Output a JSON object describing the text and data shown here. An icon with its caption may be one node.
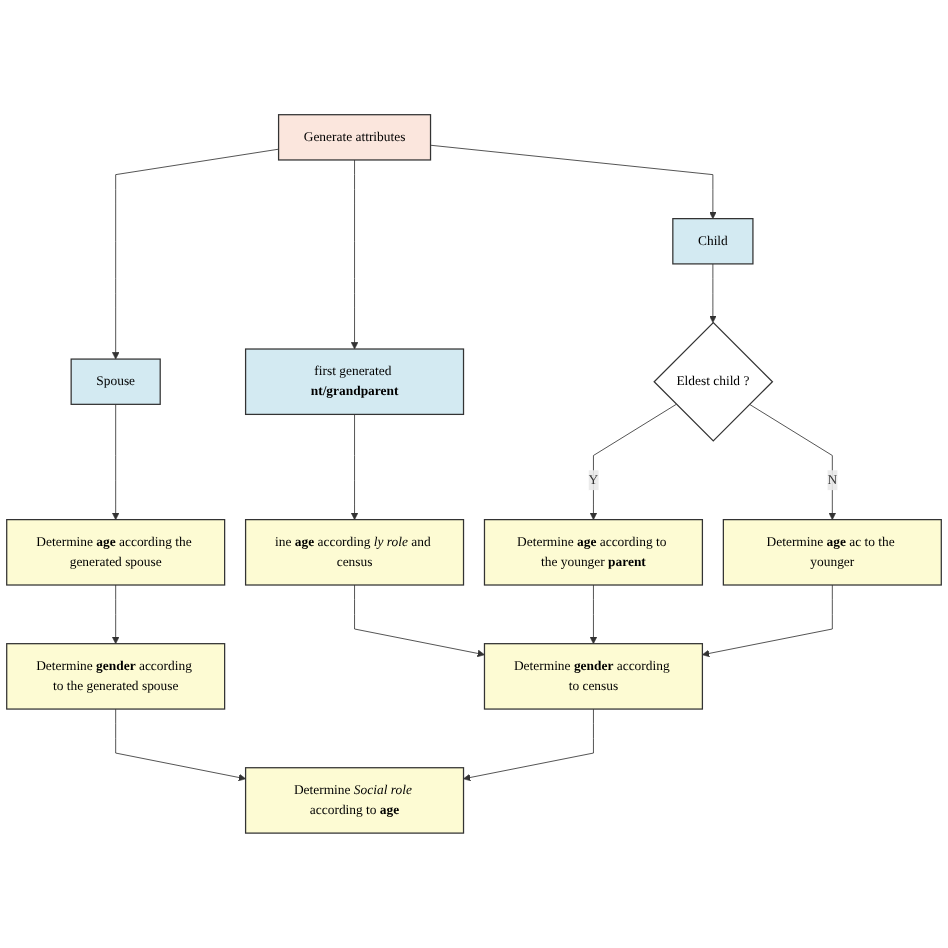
{
  "diagram": {
    "nodes": [
      {
        "text": [
          "Generate attributes"
        ]
      },
      {
        "text": [
          "first generated **nt/grandparent**"
        ]
      },
      {
        "text": [
          "Spouse"
        ]
      },
      {
        "text": [
          "Child"
        ]
      },
      {
        "text": [
          "ine **age** according *ly role* and census"
        ]
      },
      {
        "text": [
          "Determine **age** according the generated spouse"
        ]
      },
      {
        "text": [
          "Eldest child ?"
        ]
      },
      {
        "text": [
          "Determine **age** according to the younger **parent**"
        ]
      },
      {
        "text": [
          "Determine **age** ac to the younger"
        ]
      },
      {
        "text": [
          "Determine **gender** according to the generated spouse"
        ]
      },
      {
        "text": [
          "Determine **gender** according to census"
        ]
      },
      {
        "text": [
          "Determine *Social role* according to **age**"
        ]
      }
    ],
    "edges": [
      {
        "from": 0,
        "to": 1,
        "arrow": "to"
      },
      {
        "from": 0,
        "to": 2,
        "arrow": "to"
      },
      {
        "from": 0,
        "to": 3,
        "arrow": "to"
      },
      {
        "from": 1,
        "to": 4,
        "arrow": "to"
      },
      {
        "from": 2,
        "to": 5,
        "arrow": "to"
      },
      {
        "from": 3,
        "to": 6,
        "arrow": "to"
      },
      {
        "from": 6,
        "to": 7,
        "arrow": "to",
        "label": "Y"
      },
      {
        "from": 6,
        "to": 8,
        "arrow": "to",
        "label": "N"
      },
      {
        "from": 4,
        "to": 10,
        "arrow": "to"
      },
      {
        "from": 5,
        "to": 9,
        "arrow": "to"
      },
      {
        "from": 7,
        "to": 10,
        "arrow": "to"
      },
      {
        "from": 8,
        "to": 10,
        "arrow": "to"
      },
      {
        "from": 9,
        "to": 11,
        "arrow": "to"
      },
      {
        "from": 10,
        "to": 11,
        "arrow": "to"
      }
    ]
  }
}
